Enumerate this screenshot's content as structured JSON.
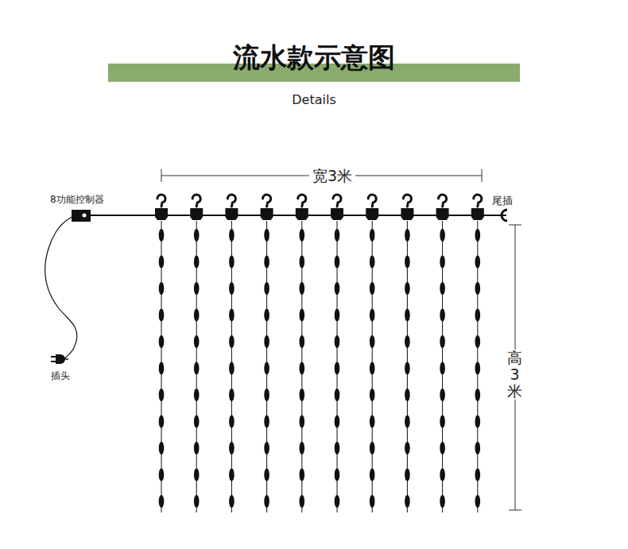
{
  "diagram": {
    "title": "流水款示意图",
    "labels": [
      "Details",
      "宽3米",
      "8功能控制器",
      "插头",
      "尾插",
      "高3米"
    ]
  }
}
